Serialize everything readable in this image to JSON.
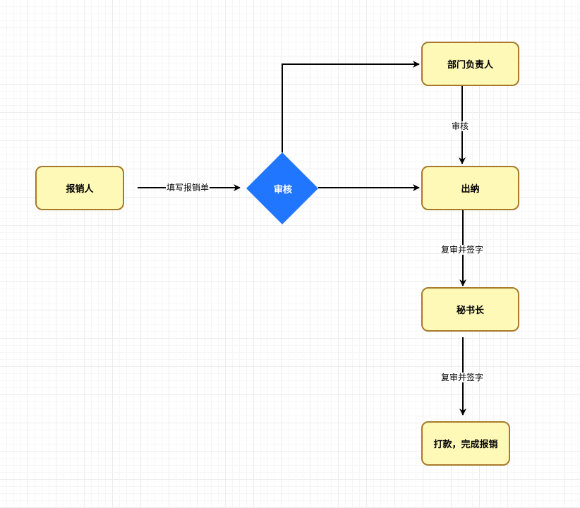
{
  "nodes": {
    "claimant": "报销人",
    "review": "审核",
    "department_head": "部门负责人",
    "cashier": "出纳",
    "secretary_general": "秘书长",
    "payment_done": "打款，完成报销"
  },
  "edges": {
    "fill_form": "填写报销单",
    "review_label": "审核",
    "recheck_sign_1": "复审并签字",
    "recheck_sign_2": "复审并签字"
  },
  "colors": {
    "node_fill": "#fff9b8",
    "node_border": "#a8792b",
    "decision_fill": "#2176ff",
    "arrow": "#000000"
  }
}
